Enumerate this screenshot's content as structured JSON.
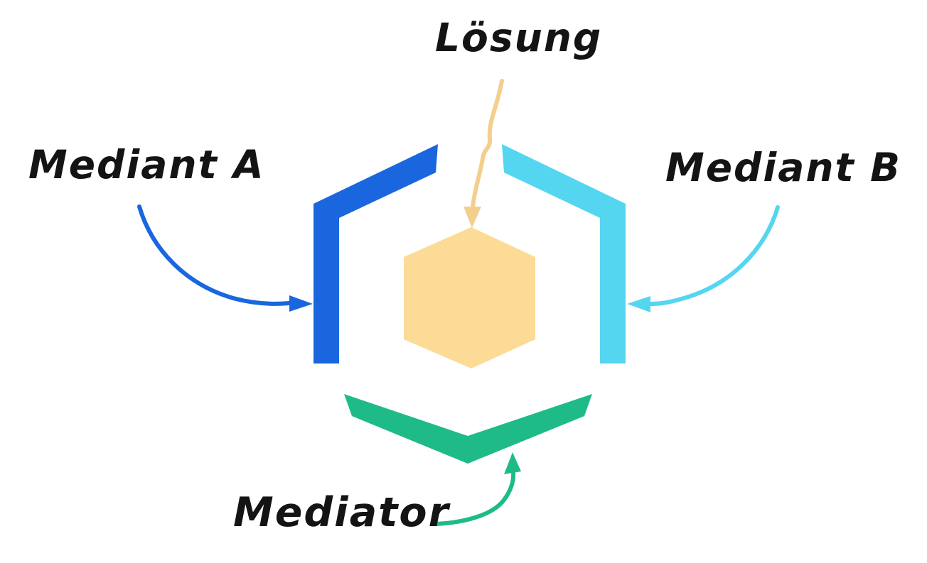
{
  "labels": {
    "solution": "Lösung",
    "mediant_a": "Mediant A",
    "mediant_b": "Mediant B",
    "mediator": "Mediator"
  },
  "colors": {
    "mediant_a_blue": "#1966DE",
    "mediant_b_cyan": "#55D6F0",
    "mediator_green": "#1EBB89",
    "solution_hexagon_fill": "#FCDB97",
    "solution_arrow": "#F3CF8D",
    "background": "#FFFFFF",
    "label_text": "#141414"
  }
}
